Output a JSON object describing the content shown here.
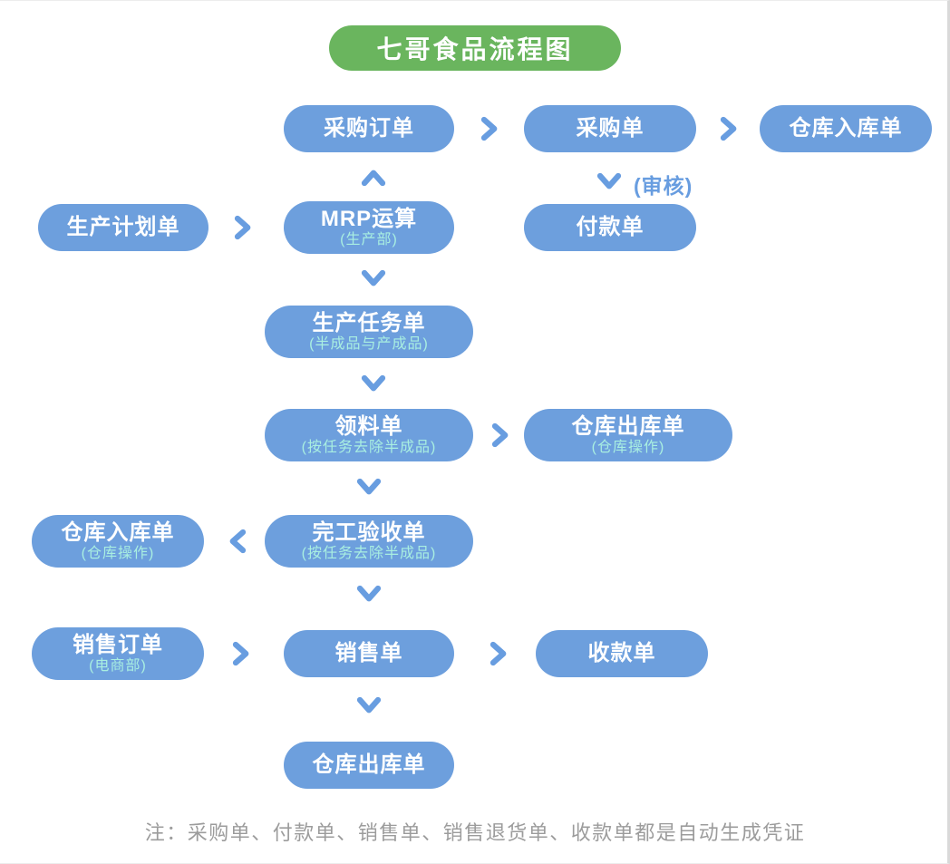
{
  "title": "七哥食品流程图",
  "colors": {
    "title_green": "#6ab55e",
    "node_blue": "#6d9fdd",
    "subtitle_aqua": "#a9efe1",
    "arrow_blue": "#689de0",
    "note_gray": "#9c9c9c"
  },
  "nodes": {
    "purchase_order": {
      "label": "采购订单"
    },
    "purchase": {
      "label": "采购单"
    },
    "warehouse_in_top": {
      "label": "仓库入库单"
    },
    "production_plan": {
      "label": "生产计划单"
    },
    "mrp": {
      "label": "MRP运算",
      "sub": "(生产部)"
    },
    "payment": {
      "label": "付款单"
    },
    "production_task": {
      "label": "生产任务单",
      "sub": "(半成品与产成品)"
    },
    "material_request": {
      "label": "领料单",
      "sub": "(按任务去除半成品)"
    },
    "warehouse_out_mid": {
      "label": "仓库出库单",
      "sub": "(仓库操作)"
    },
    "warehouse_in_left": {
      "label": "仓库入库单",
      "sub": "(仓库操作)"
    },
    "completion_check": {
      "label": "完工验收单",
      "sub": "(按任务去除半成品)"
    },
    "sales_order": {
      "label": "销售订单",
      "sub": "(电商部)"
    },
    "sales": {
      "label": "销售单"
    },
    "receipt": {
      "label": "收款单"
    },
    "warehouse_out_bottom": {
      "label": "仓库出库单"
    }
  },
  "labels": {
    "audit": "(审核)"
  },
  "note": "注：采购单、付款单、销售单、销售退货单、收款单都是自动生成凭证"
}
